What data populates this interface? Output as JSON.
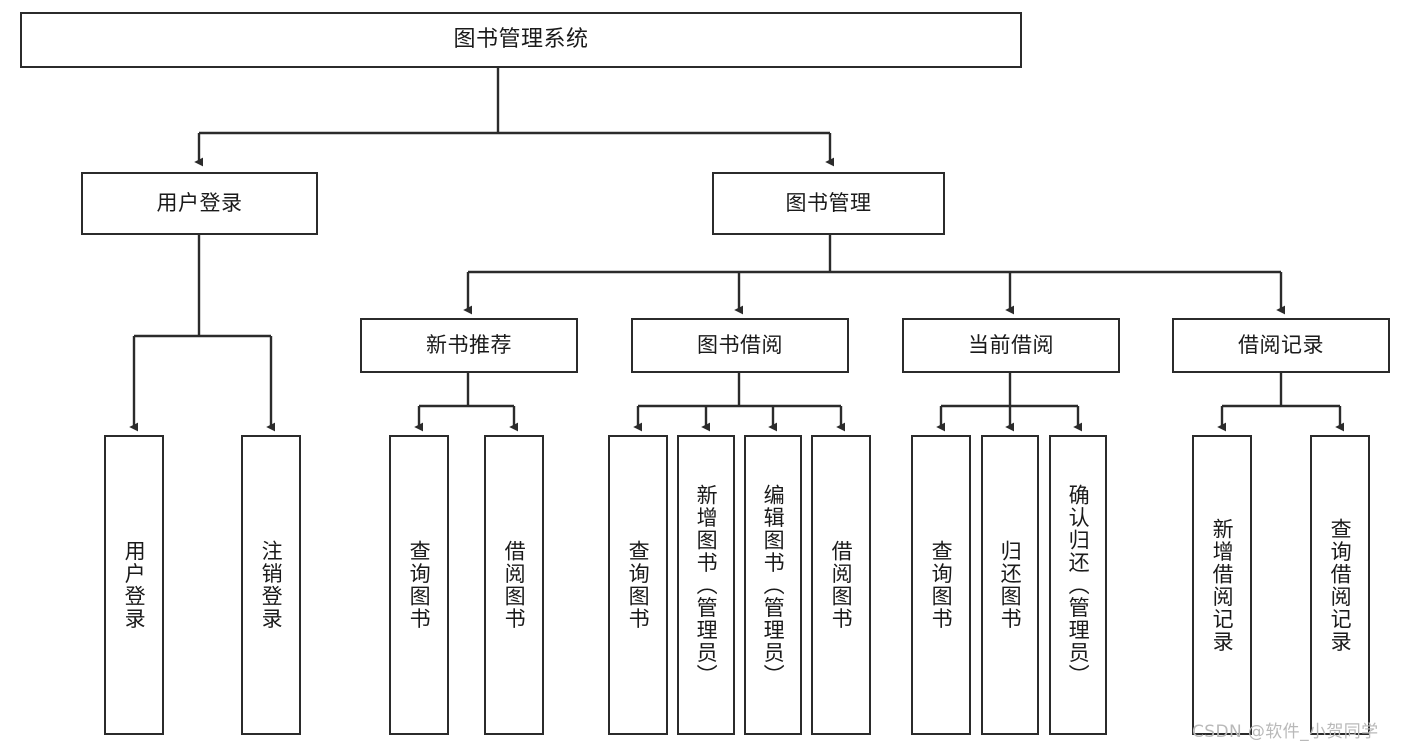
{
  "diagram": {
    "title": "图书管理系统",
    "type": "tree",
    "watermark": "CSDN @软件_小贺同学",
    "colors": {
      "stroke": "#2b2b2b",
      "fill": "#ffffff",
      "text": "#1a1a1a",
      "watermark": "#b9b9b9"
    },
    "levels": {
      "root": {
        "label": "图书管理系统"
      },
      "level1": [
        {
          "label": "用户登录"
        },
        {
          "label": "图书管理"
        }
      ],
      "level2": [
        {
          "label": "新书推荐"
        },
        {
          "label": "图书借阅"
        },
        {
          "label": "当前借阅"
        },
        {
          "label": "借阅记录"
        }
      ],
      "leaves": {
        "user_login": [
          {
            "label": "用户登录"
          },
          {
            "label": "注销登录"
          }
        ],
        "new_book_recommend": [
          {
            "label": "查询图书"
          },
          {
            "label": "借阅图书"
          }
        ],
        "book_borrow": [
          {
            "label": "查询图书"
          },
          {
            "label": "新增图书（管理员）"
          },
          {
            "label": "编辑图书（管理员）"
          },
          {
            "label": "借阅图书"
          }
        ],
        "current_borrow": [
          {
            "label": "查询图书"
          },
          {
            "label": "归还图书"
          },
          {
            "label": "确认归还（管理员）"
          }
        ],
        "borrow_record": [
          {
            "label": "新增借阅记录"
          },
          {
            "label": "查询借阅记录"
          }
        ]
      }
    }
  }
}
